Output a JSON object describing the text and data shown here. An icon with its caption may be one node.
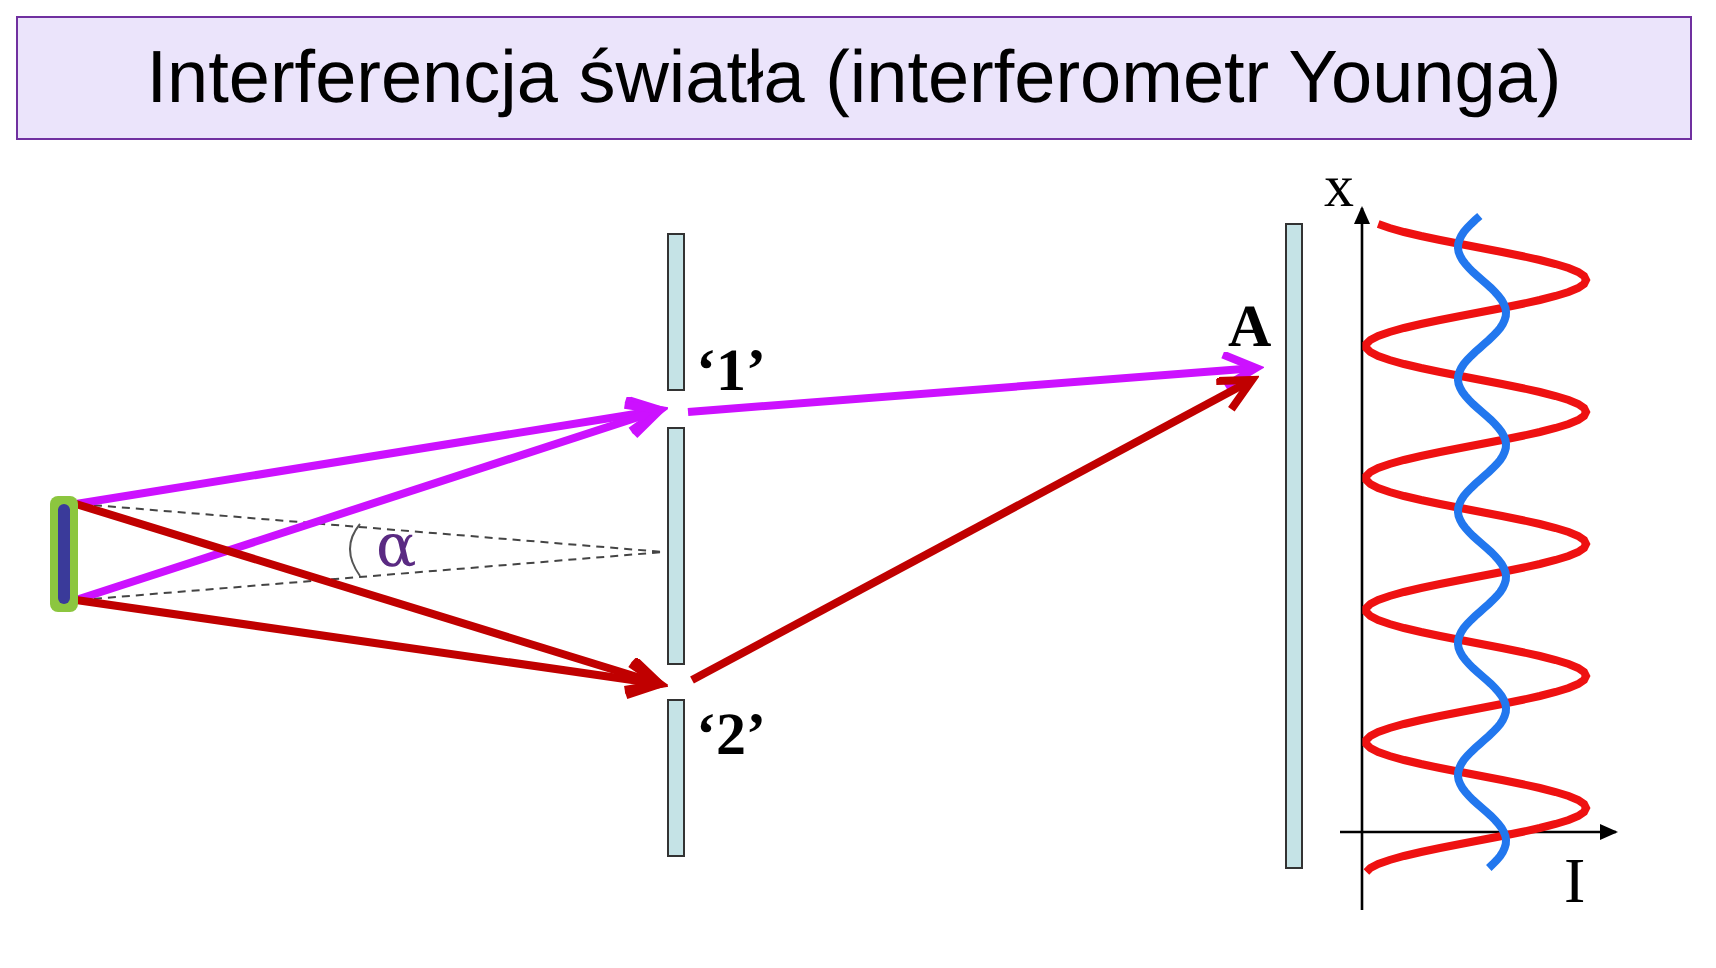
{
  "diagram": {
    "title": "Interferencja światła (interferometr Younga)",
    "nodes": [
      {
        "text": [],
        "shape": "bar"
      },
      {
        "text": [
          "‘1’"
        ]
      },
      {
        "text": [
          "‘2’"
        ]
      },
      {
        "text": [
          "A"
        ]
      }
    ],
    "edges": [
      {
        "from": 0,
        "to": 1,
        "arrow": "to"
      },
      {
        "from": 0,
        "to": 1,
        "arrow": "to"
      },
      {
        "from": 0,
        "to": 2,
        "arrow": "to",
        "color": "#c00000"
      },
      {
        "from": 0,
        "to": 2,
        "arrow": "to",
        "color": "#c00000"
      },
      {
        "from": 1,
        "to": 3,
        "arrow": "to"
      },
      {
        "from": 2,
        "to": 3,
        "arrow": "to",
        "color": "#c00000"
      }
    ],
    "labels": [
      "α",
      "x",
      "I"
    ]
  }
}
